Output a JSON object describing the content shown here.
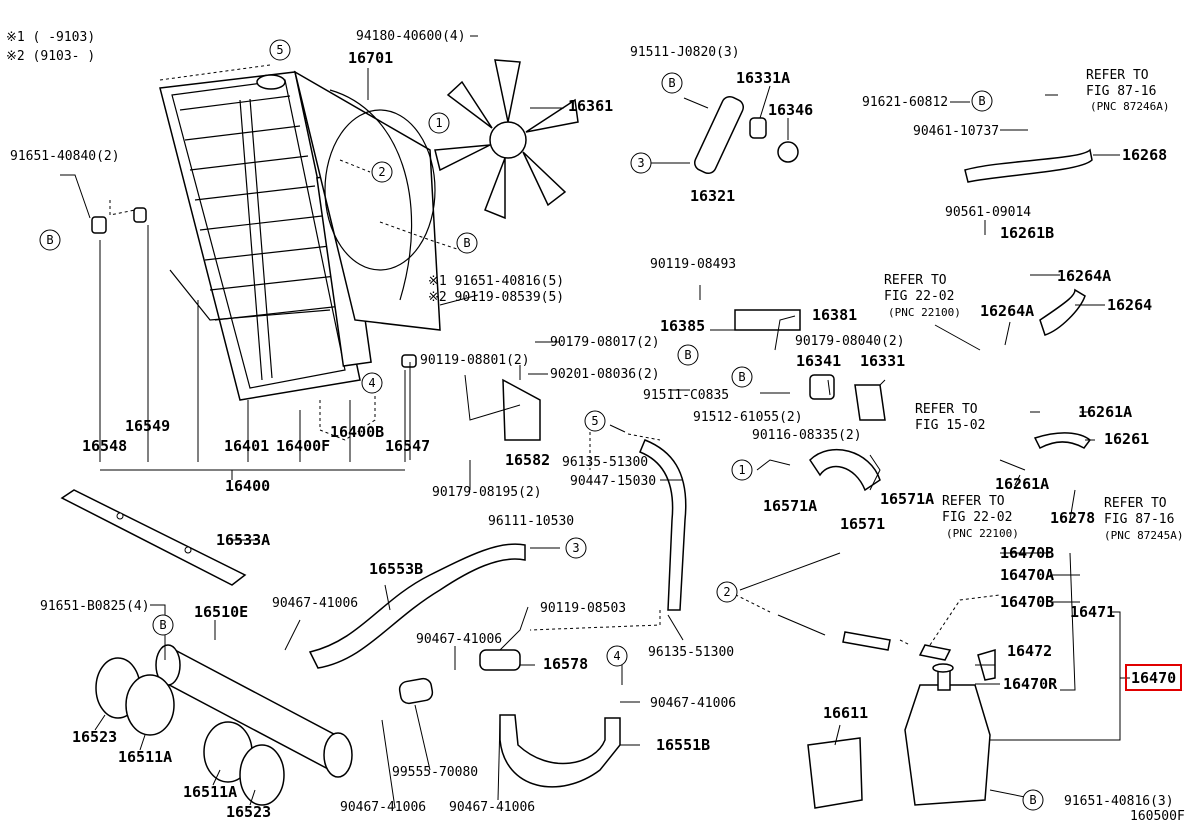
{
  "diagram": {
    "footnotes": [
      "※1 (     -9103)",
      "※2 (9103-     )"
    ],
    "figure_id": "160500F",
    "highlighted_part": "16470",
    "labels": {
      "p94180": "94180-40600(4)",
      "p16701": "16701",
      "p16361": "16361",
      "p91651a": "91651-40840(2)",
      "p91511j": "91511-J0820(3)",
      "p16331a": "16331A",
      "p16346": "16346",
      "p16321": "16321",
      "p91621": "91621-60812",
      "p90461": "90461-10737",
      "p16268": "16268",
      "ref87_16a_1": "REFER TO",
      "ref87_16a_2": "FIG 87-16",
      "ref87_16a_3": "(PNC 87246A)",
      "p90561": "90561-09014",
      "p16261b": "16261B",
      "p16264a_1": "16264A",
      "p16264": "16264",
      "ref22_02a_1": "REFER TO",
      "ref22_02a_2": "FIG 22-02",
      "ref22_02a_3": "(PNC 22100)",
      "p16264a_2": "16264A",
      "p91651b1": "※1 91651-40816(5)",
      "p90119b2": "※2 90119-08539(5)",
      "p90119_08493": "90119-08493",
      "p16381": "16381",
      "p16385": "16385",
      "p90179_08040": "90179-08040(2)",
      "p90179_08017": "90179-08017(2)",
      "p90119_08801": "90119-08801(2)",
      "p90201": "90201-08036(2)",
      "p91511c": "91511-C0835",
      "p16341": "16341",
      "p16331": "16331",
      "p91512": "91512-61055(2)",
      "p90116": "90116-08335(2)",
      "ref15_02_1": "REFER TO",
      "ref15_02_2": "FIG 15-02",
      "p16261a_1": "16261A",
      "p16261": "16261",
      "p16548": "16548",
      "p16549": "16549",
      "p16401": "16401",
      "p16400f": "16400F",
      "p16400b": "16400B",
      "p16547": "16547",
      "p16582": "16582",
      "p96135a": "96135-51300",
      "p90447": "90447-15030",
      "p16571a": "16571A",
      "p16571a2": "16571A",
      "p16571": "16571",
      "p16261a_2": "16261A",
      "ref22_02b_1": "REFER TO",
      "ref22_02b_2": "FIG 22-02",
      "ref22_02b_3": "(PNC 22100)",
      "p16278": "16278",
      "ref87_16b_1": "REFER TO",
      "ref87_16b_2": "FIG 87-16",
      "ref87_16b_3": "(PNC 87245A)",
      "p16400": "16400",
      "p90179_08195": "90179-08195(2)",
      "p96111": "96111-10530",
      "p16533a": "16533A",
      "p16553b": "16553B",
      "p16470b_1": "16470B",
      "p16470a": "16470A",
      "p16470b_2": "16470B",
      "p16471": "16471",
      "p91651b0825": "91651-B0825(4)",
      "p16510e": "16510E",
      "p90467a": "90467-41006",
      "p90119_08503": "90119-08503",
      "p90467b": "90467-41006",
      "p16578": "16578",
      "p96135b": "96135-51300",
      "p16472": "16472",
      "p16470r": "16470R",
      "p16470": "16470",
      "p90467c": "90467-41006",
      "p16611": "16611",
      "p16523a": "16523",
      "p16511a_1": "16511A",
      "p16551b": "16551B",
      "p91651_40816_3": "91651-40816(3)",
      "p16511a_2": "16511A",
      "p16523b": "16523",
      "p99555": "99555-70080",
      "p90467d": "90467-41006",
      "p90467e": "90467-41006"
    },
    "callouts": {
      "c1": "1",
      "c2": "2",
      "c3": "3",
      "c4": "4",
      "c5": "5",
      "cB": "B"
    }
  }
}
